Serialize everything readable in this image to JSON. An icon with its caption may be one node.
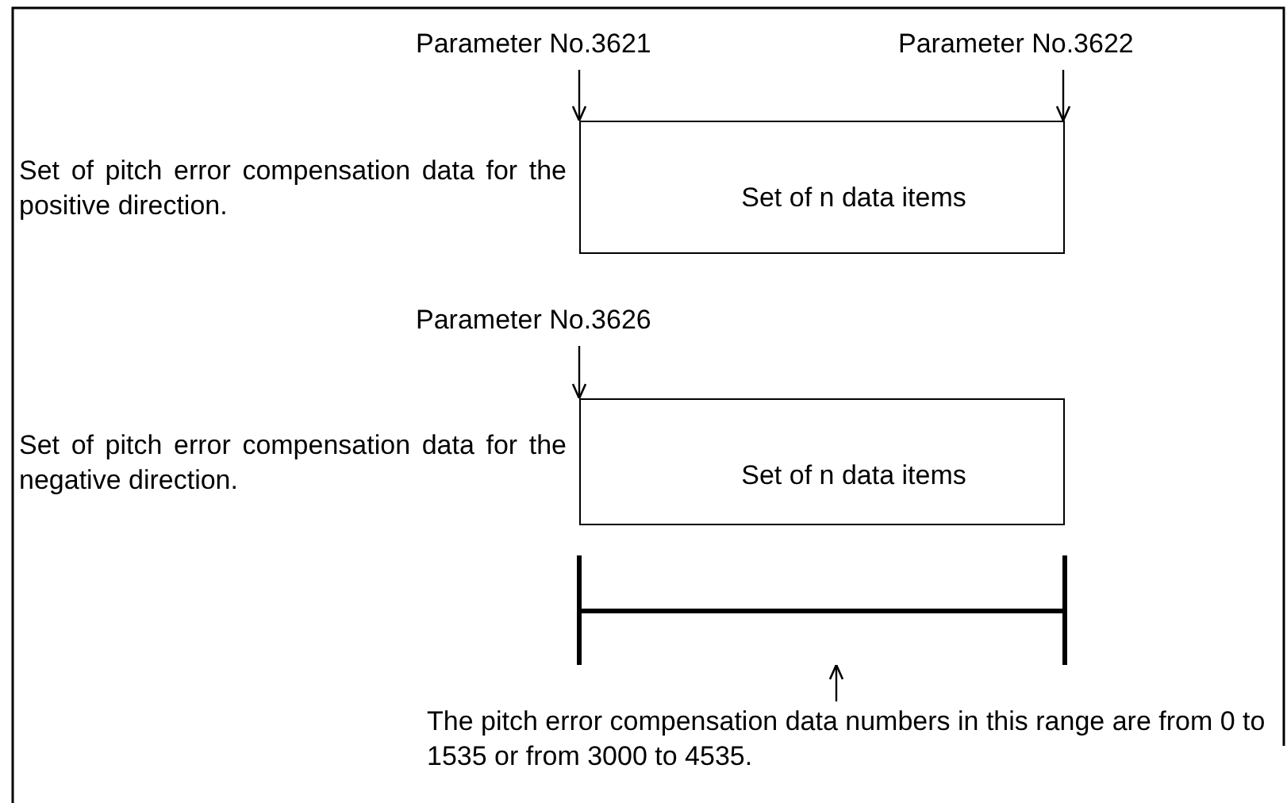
{
  "diagram": {
    "nodes": [
      {
        "text": [
          "Parameter No.3621"
        ]
      },
      {
        "text": [
          "Parameter No.3622"
        ]
      },
      {
        "text": [
          "Set of n data items"
        ],
        "beside": [
          "Set of pitch error compensation data for the positive direction."
        ]
      },
      {
        "text": [
          "Parameter No.3626"
        ]
      },
      {
        "text": [
          "Set of n data items"
        ],
        "beside": [
          "Set of pitch error compensation data for the negative direction."
        ]
      },
      {
        "text": [],
        "shape": "bar"
      },
      {
        "text": [
          "The pitch error compensation data numbers in this range are from 0 to 1535 or from 3000 to 4535."
        ]
      }
    ],
    "edges": [
      {
        "from": 0,
        "to": 2,
        "arrow": "to"
      },
      {
        "from": 1,
        "to": 2,
        "arrow": "to"
      },
      {
        "from": 3,
        "to": 4,
        "arrow": "to"
      },
      {
        "from": 6,
        "to": 5,
        "arrow": "to"
      }
    ]
  }
}
